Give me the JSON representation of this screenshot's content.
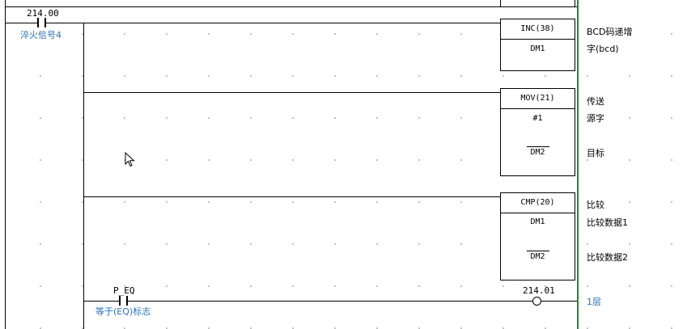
{
  "rung0": {
    "contact_address": "214.00",
    "contact_comment": "淬火信号4",
    "inc": {
      "instruction": "INC(38)",
      "operand": "DM1",
      "comment_line1": "BCD码递增",
      "comment_line2": "字(bcd)"
    },
    "mov": {
      "instruction": "MOV(21)",
      "source": "#1",
      "dest": "DM2",
      "comment_title": "传送",
      "comment_source": "源字",
      "comment_dest": "目标"
    },
    "cmp": {
      "instruction": "CMP(20)",
      "op1": "DM1",
      "op2": "DM2",
      "comment_title": "比较",
      "comment_op1": "比较数据1",
      "comment_op2": "比较数据2"
    }
  },
  "rung1": {
    "contact_address": "P_EQ",
    "contact_comment": "等于(EQ)标志",
    "coil_address": "214.01",
    "coil_comment": "1层"
  },
  "colors": {
    "rail": "#1f8a2e",
    "comment": "#2a73b8",
    "grid_dot": "#b8b8b8"
  }
}
